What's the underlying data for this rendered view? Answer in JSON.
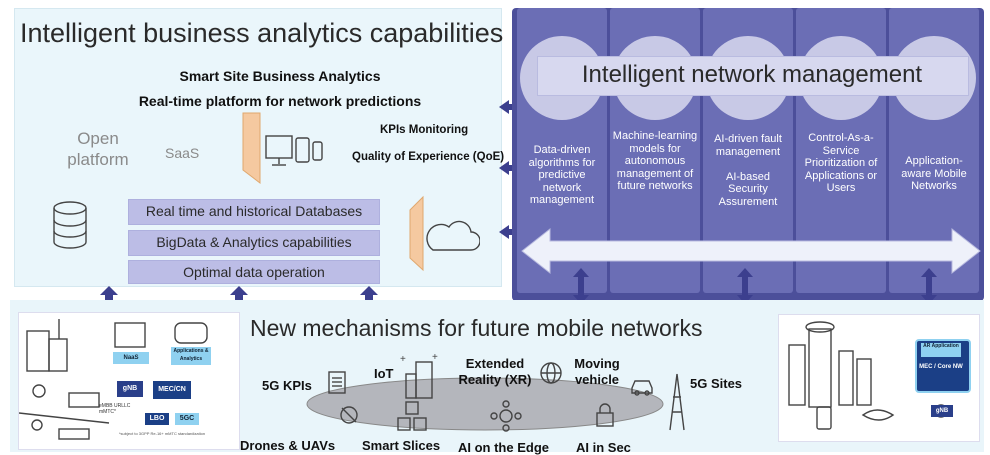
{
  "analytics": {
    "title": "Intelligent business analytics capabilities",
    "subtitle_1": "Smart Site Business Analytics",
    "subtitle_2": "Real-time platform for network predictions",
    "open_platform": "Open platform",
    "saas": "SaaS",
    "kpis_monitoring": "KPIs Monitoring",
    "qoe": "Quality of Experience (QoE)",
    "db_bars": [
      "Real time and historical Databases",
      "BigData & Analytics capabilities",
      "Optimal data operation"
    ]
  },
  "network": {
    "title": "Intelligent network management",
    "columns": [
      "Data-driven algorithms for predictive network management",
      "Machine-learning models for autonomous management of future networks",
      "AI-driven fault management\n\nAI-based Security Assurement",
      "Control-As-a-Service\nPrioritization of Applications or Users",
      "Application-aware Mobile Networks"
    ]
  },
  "bottom": {
    "title": "New mechanisms for future mobile networks",
    "labels": {
      "kpis": "5G KPIs",
      "iot": "IoT",
      "xr": "Extended Reality (XR)",
      "vehicle": "Moving vehicle",
      "sites": "5G Sites",
      "drones": "Drones & UAVs",
      "slices": "Smart Slices",
      "edge": "AI on the Edge",
      "sec": "AI in Sec"
    },
    "left_illustration": {
      "naas": "NaaS",
      "apps": "Applications & Analytics",
      "gnb": "gNB",
      "mec": "MEC/CN",
      "lbo": "LBO",
      "sgc": "5GC",
      "embb": "eMBB URLLC mMTC*",
      "note": "*subject to 3GPP Re-16+ mMTC standardization"
    },
    "right_illustration": {
      "ar_app": "AR Application",
      "mec_core": "MEC / Core NW",
      "gnb": "gNB"
    }
  },
  "colors": {
    "network_bg": "#4c4f9a",
    "column_bg": "#6b6eb5",
    "panel_bg": "#eaf6fb",
    "arrow": "#3c3f8e"
  }
}
